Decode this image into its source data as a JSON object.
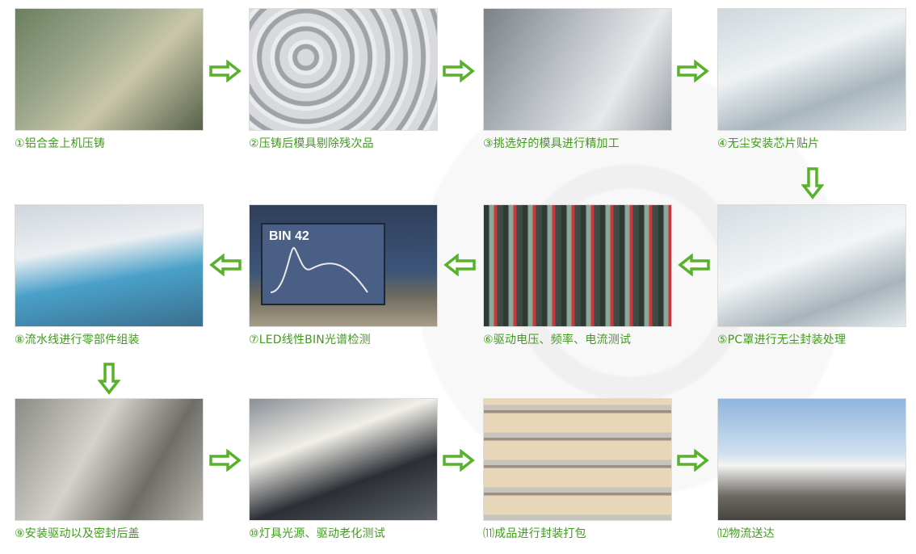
{
  "steps": [
    {
      "label": "①铝合金上机压铸"
    },
    {
      "label": "②压铸后模具剔除残次品"
    },
    {
      "label": "③挑选好的模具进行精加工"
    },
    {
      "label": "④无尘安装芯片贴片"
    },
    {
      "label": "⑤PC罩进行无尘封装处理"
    },
    {
      "label": "⑥驱动电压、频率、电流测试"
    },
    {
      "label": "⑦LED线性BIN光谱检测"
    },
    {
      "label": "⑧流水线进行零部件组装"
    },
    {
      "label": "⑨安装驱动以及密封后盖"
    },
    {
      "label": "⑩灯具光源、驱动老化测试"
    },
    {
      "label": "⑾成品进行封装打包"
    },
    {
      "label": "⑿物流送达"
    }
  ],
  "monitor_text": "BIN 42",
  "colors": {
    "arrow": "#57b22a",
    "caption": "#3f9c1a"
  },
  "icons": {
    "arrow_right": "arrow-right-icon",
    "arrow_left": "arrow-left-icon",
    "arrow_down": "arrow-down-icon"
  }
}
